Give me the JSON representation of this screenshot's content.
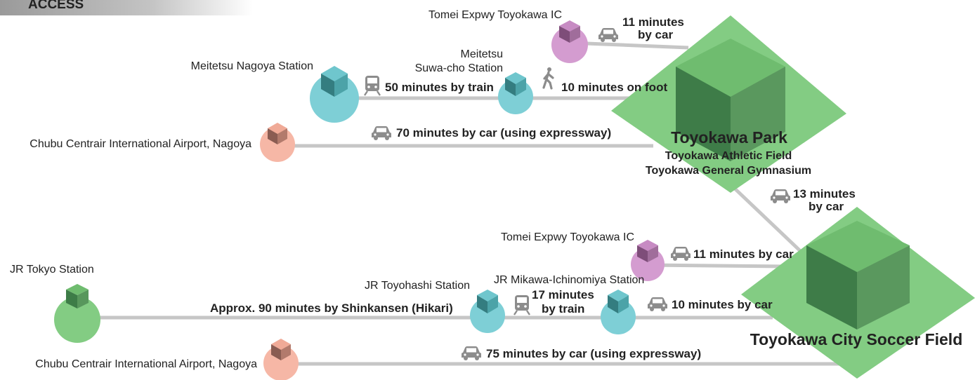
{
  "header": {
    "title": "ACCESS"
  },
  "colors": {
    "line": "#c6c6c6",
    "route_teal": "#7ecfd6",
    "ic_purple": "#d49cd0",
    "airport_pink": "#f6b7a6",
    "destination_green": "#83cc83",
    "jr_tokyo_green": "#83cc83",
    "icon_gray": "#8c8c8c"
  },
  "top": {
    "tomei_ic": {
      "label": "Tomei Expwy  Toyokawa IC",
      "time": [
        "11 minutes",
        "by car"
      ]
    },
    "meitetsu_nagoya": {
      "label": "Meitetsu Nagoya Station"
    },
    "train_leg": {
      "label": "50 minutes by train"
    },
    "suwacho": {
      "label": [
        "Meitetsu",
        "Suwa-cho Station"
      ]
    },
    "foot_leg": {
      "label": "10 minutes on foot"
    },
    "airport": {
      "label": "Chubu Centrair International Airport, Nagoya",
      "time": "70 minutes by car (using expressway)"
    },
    "park": {
      "title": "Toyokawa Park",
      "sub1": "Toyokawa Athletic Field",
      "sub2": "Toyokawa General Gymnasium"
    }
  },
  "link": {
    "time": [
      "13 minutes",
      "by car"
    ]
  },
  "bottom": {
    "tomei_ic": {
      "label": "Tomei Expwy  Toyokawa IC",
      "time": "11 minutes by car"
    },
    "jr_tokyo": {
      "label": "JR Tokyo Station"
    },
    "shinkansen_leg": {
      "label": "Approx. 90 minutes by Shinkansen (Hikari)"
    },
    "jr_toyohashi": {
      "label": "JR Toyohashi Station"
    },
    "train_leg": {
      "label": [
        "17 minutes",
        "by train"
      ]
    },
    "jr_ichinomiya": {
      "label": "JR Mikawa-Ichinomiya Station"
    },
    "car_leg": {
      "label": "10 minutes by car"
    },
    "airport": {
      "label": "Chubu Centrair International Airport, Nagoya",
      "time": "75 minutes by car (using expressway)"
    },
    "soccer": {
      "title": "Toyokawa City Soccer Field"
    }
  }
}
